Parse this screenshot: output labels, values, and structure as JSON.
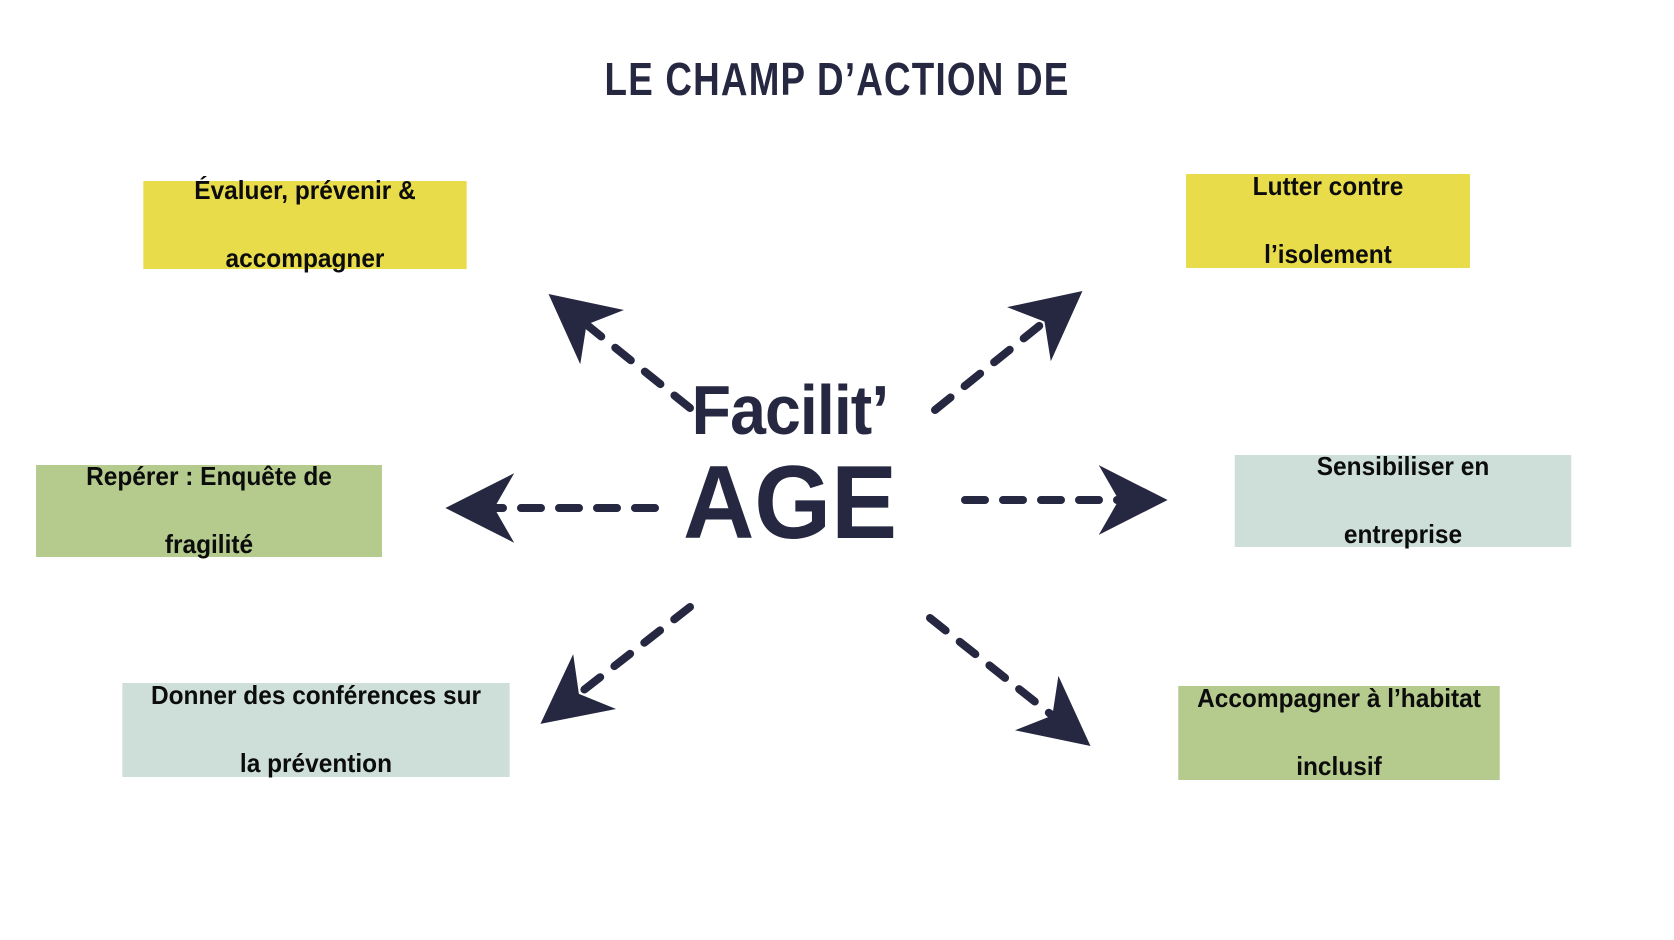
{
  "title": "LE CHAMP D’ACTION DE",
  "center": {
    "line1": "Facilit’",
    "line2": "AGE"
  },
  "colors": {
    "navy": "#262741",
    "yellow": "#E9DC4A",
    "green": "#B5CB8E",
    "mint": "#CDDFD8",
    "text_dark": "#0c0c0c",
    "background": "#FFFFFF"
  },
  "boxes": [
    {
      "id": "evaluer",
      "line1": "Évaluer, prévenir &",
      "line2": "accompagner",
      "color": "#E9DC4A",
      "position": "top-left"
    },
    {
      "id": "lutter",
      "line1": "Lutter contre",
      "line2": "l’isolement",
      "color": "#E9DC4A",
      "position": "top-right"
    },
    {
      "id": "reperer",
      "line1": "Repérer : Enquête de",
      "line2": "fragilité",
      "color": "#B5CB8E",
      "position": "middle-left"
    },
    {
      "id": "sensibiliser",
      "line1": "Sensibiliser en",
      "line2": "entreprise",
      "color": "#CDDFD8",
      "position": "middle-right"
    },
    {
      "id": "conferences",
      "line1": "Donner des conférences sur",
      "line2": "la prévention",
      "color": "#CDDFD8",
      "position": "bottom-left"
    },
    {
      "id": "habitat",
      "line1": "Accompagner à l’habitat",
      "line2": "inclusif",
      "color": "#B5CB8E",
      "position": "bottom-right"
    }
  ],
  "arrows": [
    {
      "id": "arrow-to-evaluer",
      "from": "center",
      "to": "evaluer",
      "style": "dashed"
    },
    {
      "id": "arrow-to-lutter",
      "from": "center",
      "to": "lutter",
      "style": "dashed"
    },
    {
      "id": "arrow-to-reperer",
      "from": "center",
      "to": "reperer",
      "style": "dashed"
    },
    {
      "id": "arrow-to-sensibiliser",
      "from": "center",
      "to": "sensibiliser",
      "style": "dashed"
    },
    {
      "id": "arrow-to-conferences",
      "from": "center",
      "to": "conferences",
      "style": "dashed"
    },
    {
      "id": "arrow-to-habitat",
      "from": "center",
      "to": "habitat",
      "style": "dashed"
    }
  ]
}
